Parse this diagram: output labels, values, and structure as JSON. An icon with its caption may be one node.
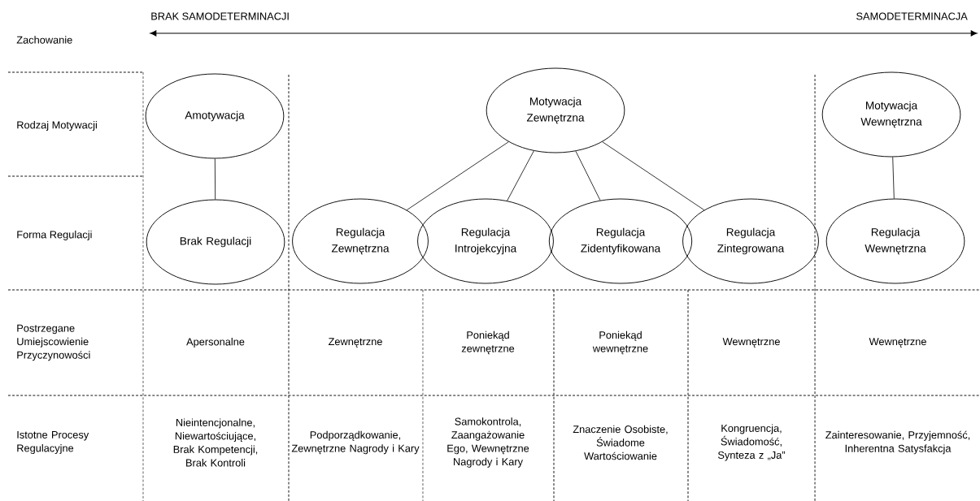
{
  "diagram": {
    "nodes": [
      {
        "text": [
          "Amotywacja"
        ]
      },
      {
        "text": [
          "Brak Regulacji"
        ]
      },
      {
        "text": [
          "Motywacja Zewnętrzna"
        ]
      },
      {
        "text": [
          "Regulacja Zewnętrzna"
        ]
      },
      {
        "text": [
          "Regulacja Introjekcyjna"
        ]
      },
      {
        "text": [
          "Regulacja Zidentyfikowana"
        ]
      },
      {
        "text": [
          "Regulacja Zintegrowana"
        ]
      },
      {
        "text": [
          "Motywacja Wewnętrzna"
        ]
      },
      {
        "text": [
          "Regulacja Wewnętrzna"
        ]
      }
    ],
    "edges": [
      {
        "from": 0,
        "to": 1,
        "arrow": "none"
      },
      {
        "from": 2,
        "to": 3,
        "arrow": "none"
      },
      {
        "from": 2,
        "to": 4,
        "arrow": "none"
      },
      {
        "from": 2,
        "to": 5,
        "arrow": "none"
      },
      {
        "from": 2,
        "to": 6,
        "arrow": "none"
      },
      {
        "from": 7,
        "to": 8,
        "arrow": "none"
      }
    ],
    "labels": [
      "BRAK SAMODETERMINACJI",
      "SAMODETERMINACJA",
      "Zachowanie",
      "Rodzaj Motywacji",
      "Forma Regulacji",
      "Postrzegane Umiejscowienie Przyczynowości",
      "Apersonalne",
      "Zewnętrzne",
      "Poniekąd zewnętrzne",
      "Poniekąd wewnętrzne",
      "Wewnętrzne",
      "Wewnętrzne",
      "Istotne Procesy Regulacyjne",
      "Nieintencjonalne, Niewartościujące, Brak Kompetencji, Brak Kontroli",
      "Podporządkowanie, Zewnętrzne Nagrody i Kary",
      "Samokontrola, Zaangażowanie Ego, Wewnętrzne Nagrody i Kary",
      "Znaczenie Osobiste, Świadome Wartościowanie",
      "Kongruencja, Świadomość, Synteza z „Ja”",
      "Zainteresowanie, Przyjemność, Inherentna Satysfakcja"
    ]
  }
}
